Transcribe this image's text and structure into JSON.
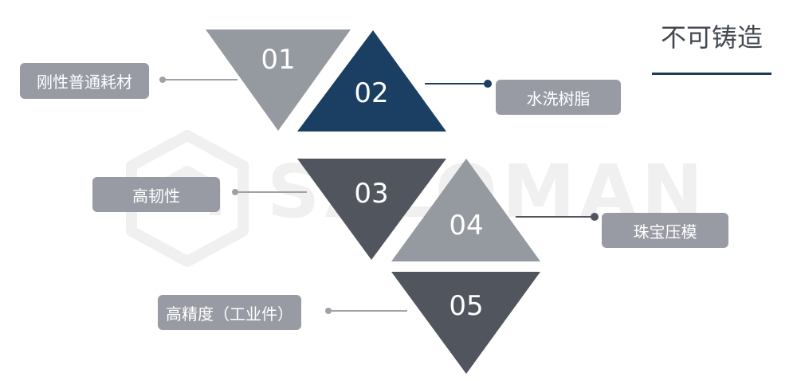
{
  "title": "不可铸造",
  "watermark": "SALOMAN",
  "colors": {
    "grey_light": "#9599a0",
    "grey_dark": "#50555e",
    "navy": "#1b3e63",
    "label_bg": "#989ba3",
    "connector": "#9ea2a8",
    "connector_dark": "#1b3e63"
  },
  "steps": [
    {
      "number": "01",
      "label": "刚性普通耗材"
    },
    {
      "number": "02",
      "label": "水洗树脂"
    },
    {
      "number": "03",
      "label": "高韧性"
    },
    {
      "number": "04",
      "label": "珠宝压模"
    },
    {
      "number": "05",
      "label": "高精度（工业件）"
    }
  ]
}
